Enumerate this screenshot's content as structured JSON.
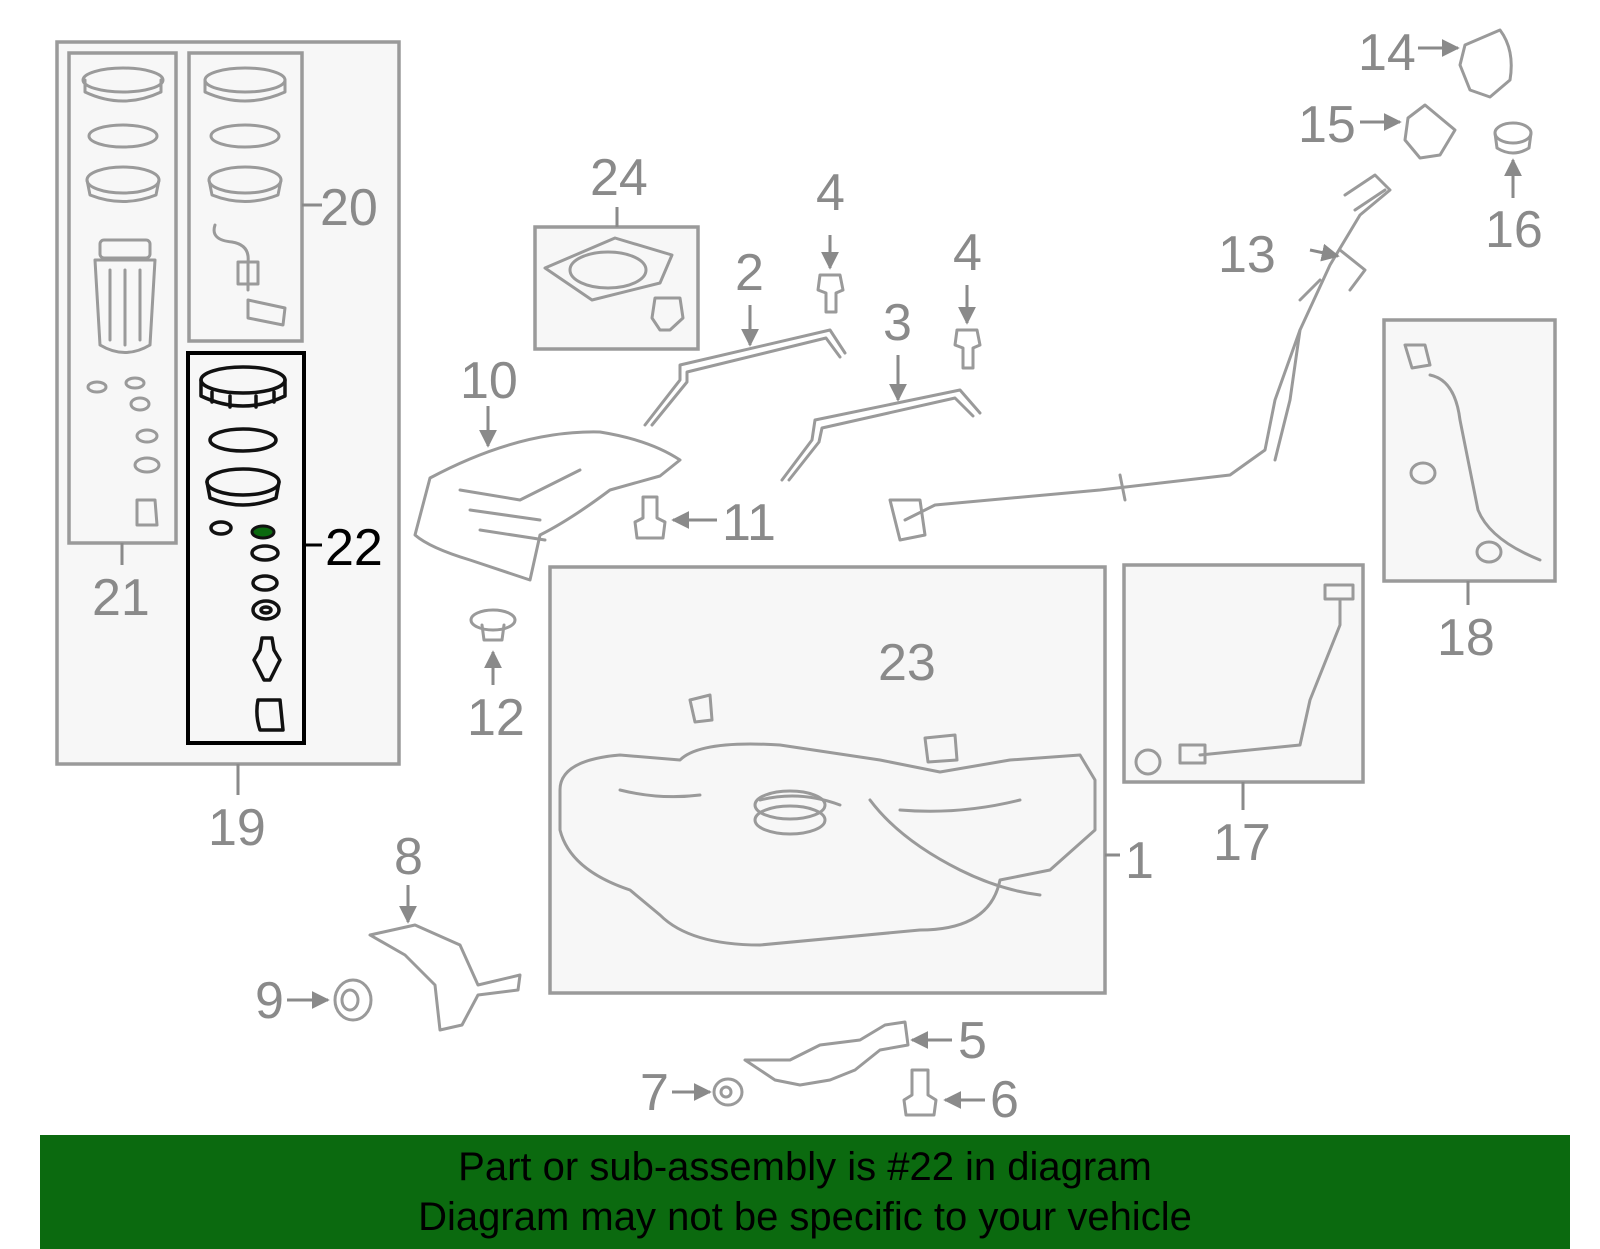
{
  "callouts": {
    "c1": "1",
    "c2": "2",
    "c3": "3",
    "c4a": "4",
    "c4b": "4",
    "c5": "5",
    "c6": "6",
    "c7": "7",
    "c8": "8",
    "c9": "9",
    "c10": "10",
    "c11": "11",
    "c12": "12",
    "c13": "13",
    "c14": "14",
    "c15": "15",
    "c16": "16",
    "c17": "17",
    "c18": "18",
    "c19": "19",
    "c20": "20",
    "c21": "21",
    "c22": "22",
    "c23": "23",
    "c24": "24"
  },
  "highlight": {
    "part": "22",
    "accent_color": "#0b6a0f"
  },
  "banner": {
    "line1": "Part or sub-assembly is #22 in diagram",
    "line2": "Diagram may not be specific to your vehicle",
    "background": "#0b6a0f"
  }
}
